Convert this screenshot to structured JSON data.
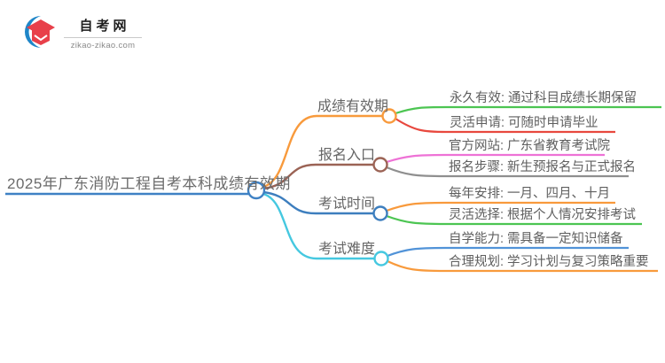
{
  "logo": {
    "site_name": "自考网",
    "domain": "zikao-zikao.com",
    "cap_color": "#E8404A",
    "crescent_color": "#1F86C8"
  },
  "mindmap": {
    "root": {
      "label": "2025年广东消防工程自考本科成绩有效期",
      "color": "#3E81C4"
    },
    "branches": [
      {
        "label": "成绩有效期",
        "color": "#F89A3C",
        "children": [
          {
            "label": "永久有效: 通过科目成绩长期保留",
            "color": "#4CC552"
          },
          {
            "label": "灵活申请: 可随时申请毕业",
            "color": "#E8483E"
          }
        ]
      },
      {
        "label": "报名入口",
        "color": "#9B6355",
        "children": [
          {
            "label": "官方网站: 广东省教育考试院",
            "color": "#EE72D6"
          },
          {
            "label": "报名步骤: 新生预报名与正式报名",
            "color": "#8F8F8F"
          }
        ]
      },
      {
        "label": "考试时间",
        "color": "#3D7EBE",
        "children": [
          {
            "label": "每年安排: 一月、四月、十月",
            "color": "#F89A3C"
          },
          {
            "label": "灵活选择: 根据个人情况安排考试",
            "color": "#4CC552"
          }
        ]
      },
      {
        "label": "考试难度",
        "color": "#45C8E0",
        "children": [
          {
            "label": "自学能力: 需具备一定知识储备",
            "color": "#5193D8"
          },
          {
            "label": "合理规划: 学习计划与复习策略重要",
            "color": "#F89A3C"
          }
        ]
      }
    ]
  }
}
